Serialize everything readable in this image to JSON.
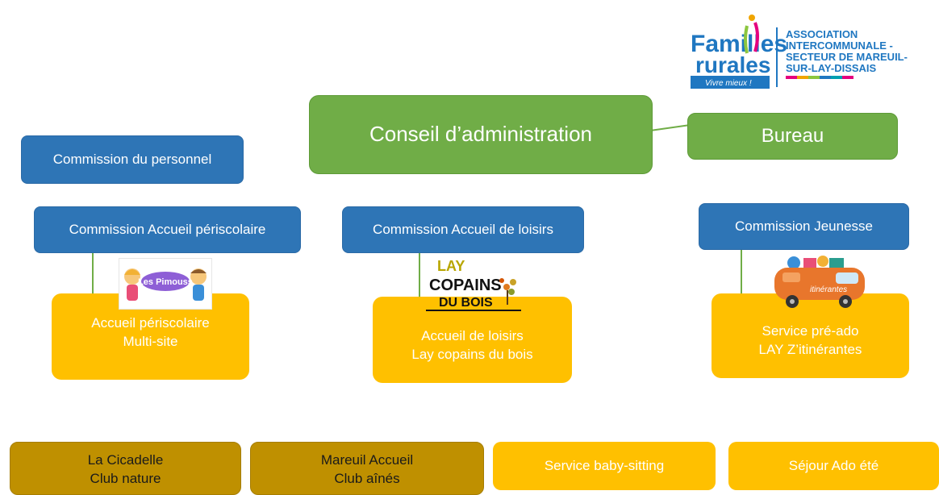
{
  "logo": {
    "brand_line1": "Familles",
    "brand_line2": "rurales",
    "tagline": "Vivre mieux !",
    "assoc_lines": [
      "ASSOCIATION",
      "INTERCOMMUNALE -",
      "SECTEUR DE MAREUIL-",
      "SUR-LAY-DISSAIS"
    ]
  },
  "nodes": {
    "conseil": "Conseil d’administration",
    "bureau": "Bureau",
    "commission_personnel": "Commission du personnel",
    "commission_periscolaire": "Commission Accueil périscolaire",
    "commission_loisirs": "Commission Accueil de loisirs",
    "commission_jeunesse": "Commission Jeunesse"
  },
  "services": {
    "periscolaire": {
      "line1": "Accueil périscolaire",
      "line2": "Multi-site"
    },
    "loisirs": {
      "line1": "Accueil de loisirs",
      "line2": "Lay copains du bois"
    },
    "preado": {
      "line1": "Service pré-ado",
      "line2": "LAY Z’itinérantes"
    }
  },
  "bottom": {
    "cicadelle": {
      "line1": "La Cicadelle",
      "line2": "Club nature"
    },
    "mareuil": {
      "line1": "Mareuil Accueil",
      "line2": "Club aînés"
    },
    "babysitting": "Service baby-sitting",
    "sejour": "Séjour Ado été"
  },
  "logos": {
    "pimouss": "Les Pimouss",
    "copains": {
      "top": "LAY",
      "middle": "COPAINS",
      "bottom": "DU BOIS"
    },
    "itinerantes": "itinérantes"
  },
  "colors": {
    "blue": "#2e75b6",
    "green": "#70ad47",
    "yellow": "#ffc000",
    "brown": "#bf9000"
  }
}
